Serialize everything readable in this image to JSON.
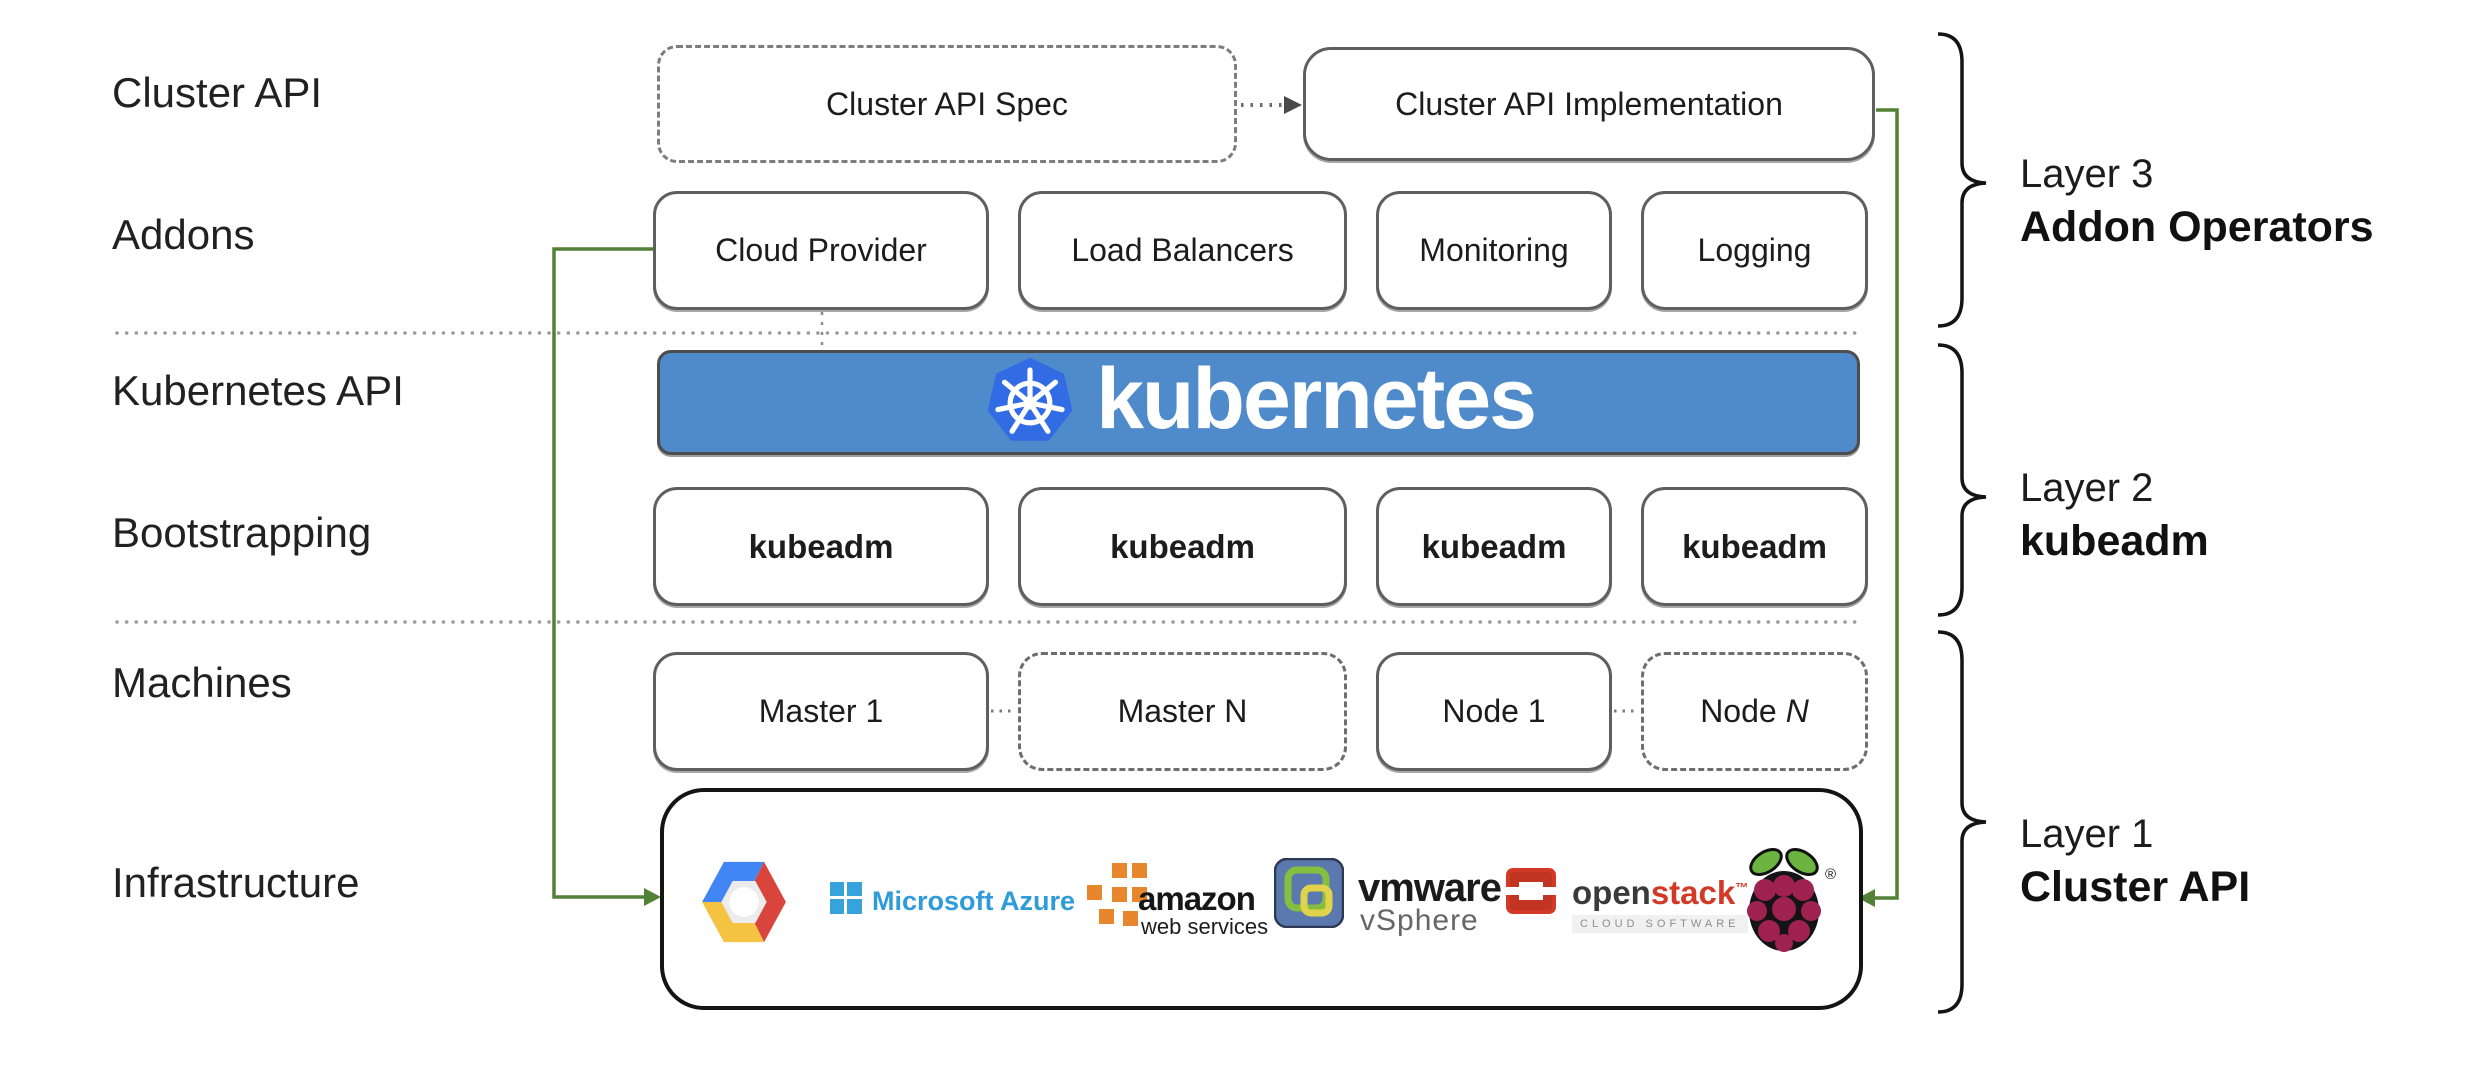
{
  "rows": {
    "cluster_api": {
      "side_label": "Cluster API",
      "spec_box": "Cluster API Spec",
      "impl_box": "Cluster API Implementation"
    },
    "addons": {
      "side_label": "Addons",
      "boxes": [
        "Cloud Provider",
        "Load Balancers",
        "Monitoring",
        "Logging"
      ]
    },
    "kubernetes_api": {
      "side_label": "Kubernetes API",
      "banner_wordmark": "kubernetes"
    },
    "bootstrapping": {
      "side_label": "Bootstrapping",
      "boxes": [
        "kubeadm",
        "kubeadm",
        "kubeadm",
        "kubeadm"
      ]
    },
    "machines": {
      "side_label": "Machines",
      "boxes": [
        {
          "label": "Master 1",
          "border": "solid"
        },
        {
          "label": "Master N",
          "border": "dashed"
        },
        {
          "label": "Node 1",
          "border": "solid"
        },
        {
          "label_prefix": "Node",
          "label_suffix": "N",
          "border": "dashed"
        }
      ]
    },
    "infrastructure": {
      "side_label": "Infrastructure",
      "providers": [
        "Google Cloud Platform",
        "Microsoft Azure",
        "Amazon Web Services",
        "VMware vSphere",
        "OpenStack",
        "Raspberry Pi"
      ],
      "logo_text": {
        "azure": "Microsoft Azure",
        "aws_primary": "amazon",
        "aws_secondary": "web services",
        "vmware_primary": "vmware",
        "vmware_secondary": "vSphere",
        "openstack_open": "open",
        "openstack_stack": "stack",
        "openstack_tm": "™",
        "openstack_sub": "CLOUD SOFTWARE",
        "raspberry_reg": "®"
      }
    }
  },
  "layers": [
    {
      "title": "Layer 3",
      "subtitle": "Addon Operators"
    },
    {
      "title": "Layer 2",
      "subtitle": "kubeadm"
    },
    {
      "title": "Layer 1",
      "subtitle": "Cluster API"
    }
  ],
  "icons": [
    "kubernetes-wheel-icon",
    "google-cloud-logo",
    "microsoft-azure-logo",
    "aws-logo",
    "vmware-vsphere-logo",
    "openstack-logo",
    "raspberry-pi-logo"
  ],
  "colors": {
    "banner_blue": "#4f8aca",
    "k8s_logo_blue": "#326ce5",
    "connector_green": "#538135",
    "azure_blue": "#2f9bd8",
    "aws_orange": "#e8862d",
    "vmware_green": "#86bf40",
    "openstack_red": "#d23a27",
    "raspberry_crimson": "#9e2150",
    "leaf_green": "#6cb33f",
    "box_border_gray": "#5f5f5f"
  }
}
